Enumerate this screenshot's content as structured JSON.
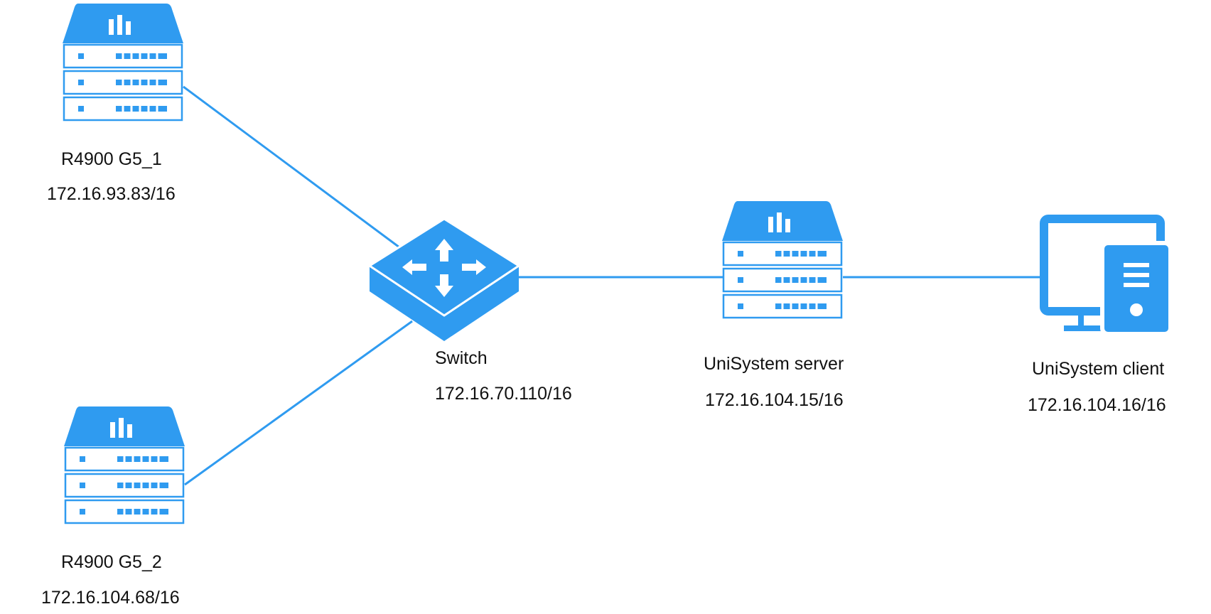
{
  "colors": {
    "accent": "#2f9bf0",
    "link": "#2f9bf0",
    "text": "#111111",
    "background": "#ffffff"
  },
  "nodes": {
    "server1": {
      "name": "R4900 G5_1",
      "ip": "172.16.93.83/16",
      "icon": "rack-server-icon"
    },
    "server2": {
      "name": "R4900 G5_2",
      "ip": "172.16.104.68/16",
      "icon": "rack-server-icon"
    },
    "switch": {
      "name": "Switch",
      "ip": "172.16.70.110/16",
      "icon": "network-switch-icon"
    },
    "unisystem_server": {
      "name": "UniSystem server",
      "ip": "172.16.104.15/16",
      "icon": "rack-server-icon"
    },
    "unisystem_client": {
      "name": "UniSystem client",
      "ip": "172.16.104.16/16",
      "icon": "desktop-computer-icon"
    }
  },
  "links": [
    {
      "from": "server1",
      "to": "switch"
    },
    {
      "from": "server2",
      "to": "switch"
    },
    {
      "from": "switch",
      "to": "unisystem_server"
    },
    {
      "from": "unisystem_server",
      "to": "unisystem_client"
    }
  ]
}
